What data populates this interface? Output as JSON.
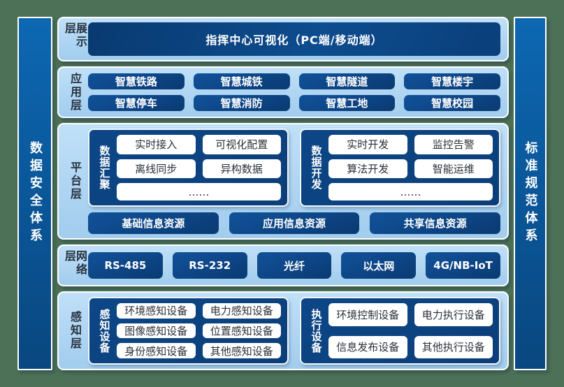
{
  "colors": {
    "frame_green": "#4d7156",
    "pillar_blue": "#0b5b9d",
    "layer_bg_blue": "#aad2f1",
    "box_navy": "#0d4585",
    "chip_white": "#ffffff",
    "label_dark": "#27313f"
  },
  "sidebars": {
    "left": "数据安全体系",
    "right": "标准规范体系"
  },
  "layers": [
    {
      "label": "展示层",
      "banner": "指挥中心可视化（PC端/移动端）"
    },
    {
      "label": "应用层",
      "buttons": [
        "智慧铁路",
        "智慧城铁",
        "智慧隧道",
        "智慧楼宇",
        "智慧停车",
        "智慧消防",
        "智慧工地",
        "智慧校园"
      ]
    },
    {
      "label": "平台层",
      "groups": [
        {
          "label": "数据汇聚",
          "items": [
            "实时接入",
            "可视化配置",
            "离线同步",
            "异构数据",
            "……"
          ]
        },
        {
          "label": "数据开发",
          "items": [
            "实时开发",
            "监控告警",
            "算法开发",
            "智能运维",
            "……"
          ]
        }
      ],
      "resources": [
        "基础信息资源",
        "应用信息资源",
        "共享信息资源"
      ]
    },
    {
      "label": "网络层",
      "buttons": [
        "RS-485",
        "RS-232",
        "光纤",
        "以太网",
        "4G/NB-IoT"
      ]
    },
    {
      "label": "感知层",
      "groups": [
        {
          "label": "感知设备",
          "items": [
            "环境感知设备",
            "电力感知设备",
            "图像感知设备",
            "位置感知设备",
            "身份感知设备",
            "其他感知设备"
          ]
        },
        {
          "label": "执行设备",
          "items": [
            "环境控制设备",
            "电力执行设备",
            "信息发布设备",
            "其他执行设备"
          ]
        }
      ]
    }
  ]
}
